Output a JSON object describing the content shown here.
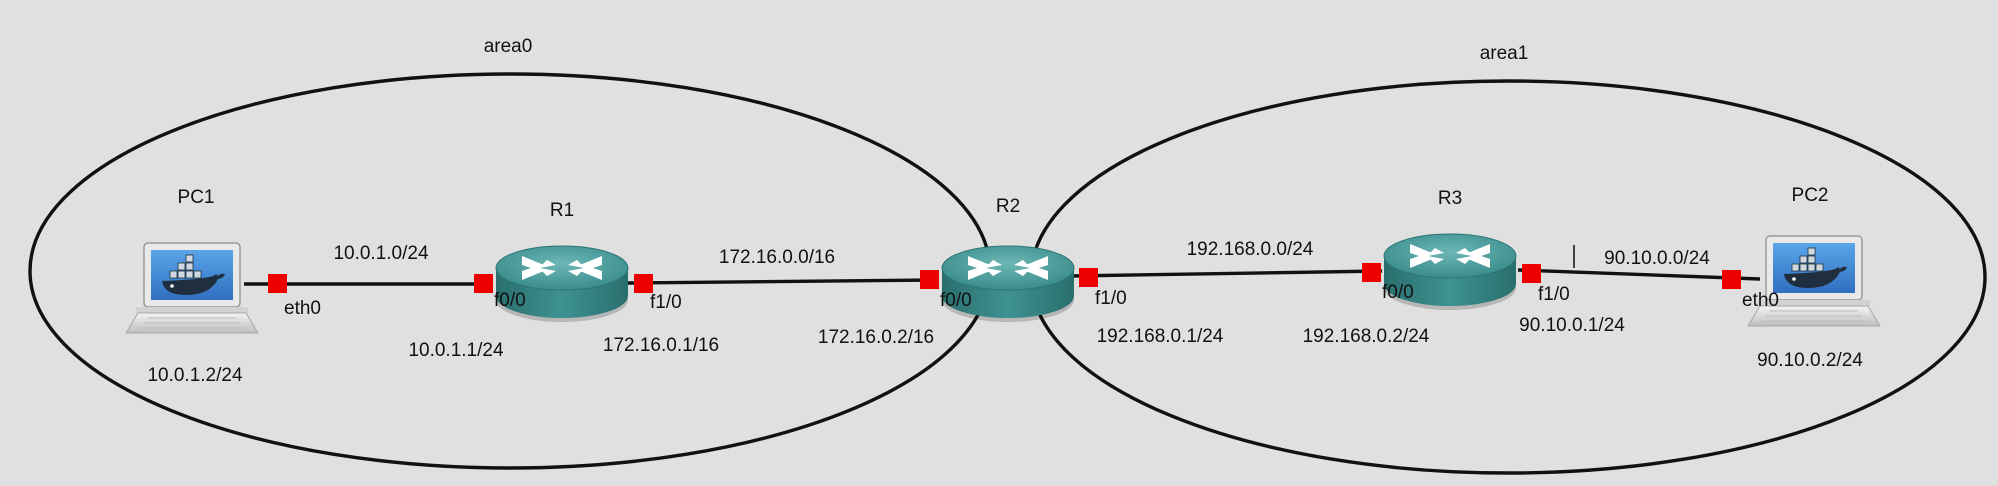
{
  "areas": {
    "area0": {
      "label": "area0"
    },
    "area1": {
      "label": "area1"
    }
  },
  "nodes": {
    "pc1": {
      "name": "PC1",
      "ip": "10.0.1.2/24",
      "port": "eth0",
      "icon": "docker-pc-icon"
    },
    "r1": {
      "name": "R1",
      "port_f00": "f0/0",
      "port_f10": "f1/0",
      "ip_f00": "10.0.1.1/24",
      "ip_f10": "172.16.0.1/16",
      "icon": "router-icon"
    },
    "r2": {
      "name": "R2",
      "port_f00": "f0/0",
      "port_f10": "f1/0",
      "ip_f00": "172.16.0.2/16",
      "ip_f10": "192.168.0.1/24",
      "icon": "router-icon"
    },
    "r3": {
      "name": "R3",
      "port_f00": "f0/0",
      "port_f10": "f1/0",
      "ip_f00": "192.168.0.2/24",
      "ip_f10": "90.10.0.1/24",
      "icon": "router-icon"
    },
    "pc2": {
      "name": "PC2",
      "ip": "90.10.0.2/24",
      "port": "eth0",
      "icon": "docker-pc-icon"
    }
  },
  "links": {
    "pc1_r1": {
      "subnet": "10.0.1.0/24"
    },
    "r1_r2": {
      "subnet": "172.16.0.0/16"
    },
    "r2_r3": {
      "subnet": "192.168.0.0/24"
    },
    "r3_pc2": {
      "subnet": "90.10.0.0/24"
    }
  },
  "colors": {
    "background": "#e0e0e0",
    "router": "#3a8d8c",
    "port_indicator": "#ee0000",
    "outline": "#111111"
  }
}
